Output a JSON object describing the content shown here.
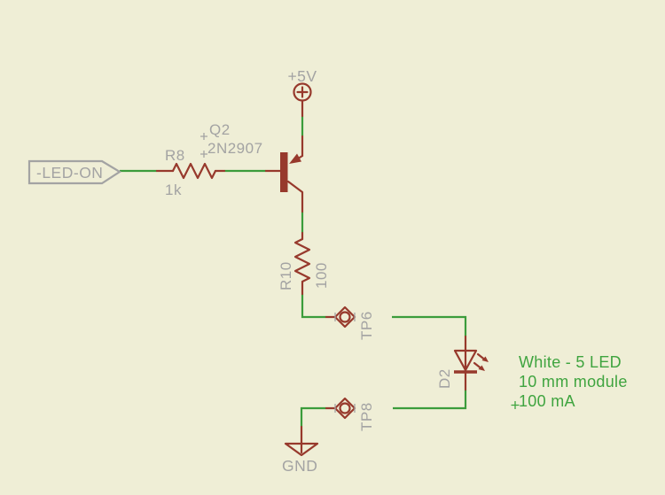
{
  "schematic": {
    "colors": {
      "background": "#EFEED6",
      "symbol": "#97392C",
      "net_wire": "#3B9C3B",
      "label_gray": "#A3A3A3",
      "annotation_green": "#3FA43F"
    },
    "net_flag": {
      "label": "-LED-ON"
    },
    "r8": {
      "name": "R8",
      "value": "1k"
    },
    "q2": {
      "name": "Q2",
      "value": "2N2907"
    },
    "supply": {
      "label": "+5V"
    },
    "r10": {
      "name": "R10",
      "value": "100"
    },
    "tp6": {
      "label": "TP6"
    },
    "tp8": {
      "label": "TP8"
    },
    "d2": {
      "name": "D2",
      "note_line1": "White - 5 LED",
      "note_line2": "10 mm module",
      "note_line3": "100 mA"
    },
    "gnd": {
      "label": "GND"
    }
  }
}
